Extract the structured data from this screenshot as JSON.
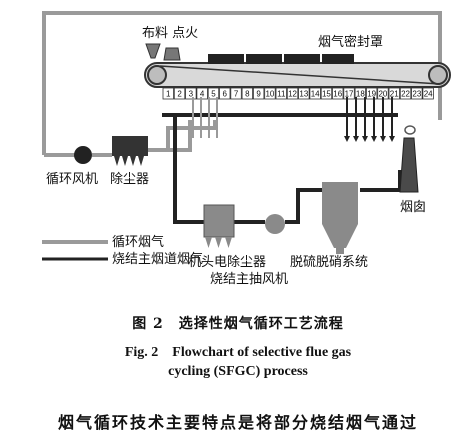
{
  "labels": {
    "feed_ignite": "布料 点火",
    "flue_hood": "烟气密封罩",
    "circ_fan": "循环风机",
    "dust_collector": "除尘器",
    "chimney": "烟囱",
    "esp": "机头电除尘器",
    "main_fan": "烧结主抽风机",
    "desulf": "脱硫脱硝系统"
  },
  "legend": [
    {
      "label": "循环烟气",
      "color": "#9a9a9a"
    },
    {
      "label": "烧结主烟道烟气",
      "color": "#222222"
    }
  ],
  "segments": [
    "1",
    "2",
    "3",
    "4",
    "5",
    "6",
    "7",
    "8",
    "9",
    "10",
    "11",
    "12",
    "13",
    "14",
    "15",
    "16",
    "17",
    "18",
    "19",
    "20",
    "21",
    "22",
    "23",
    "24"
  ],
  "caption": {
    "cn": "图 2　选择性烟气循环工艺流程",
    "en_line1": "Fig. 2　Flowchart of selective flue gas",
    "en_line2": "cycling (SFGC) process"
  },
  "body_text": "烟气循环技术主要特点是将部分烧结烟气通过",
  "colors": {
    "recycle": "#9a9a9a",
    "main": "#222222",
    "equipment": "#3a3a3a"
  }
}
